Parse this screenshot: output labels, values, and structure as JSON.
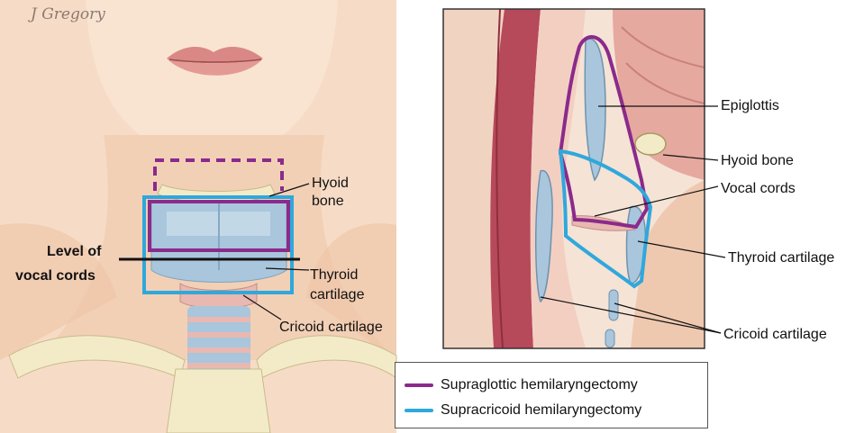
{
  "artist_signature": "J Gregory",
  "left_panel": {
    "labels": {
      "hyoid_line1": "Hyoid",
      "hyoid_line2": "bone",
      "level_line1": "Level of",
      "level_line2": "vocal cords",
      "thyroid_line1": "Thyroid",
      "thyroid_line2": "cartilage",
      "cricoid": "Cricoid cartilage"
    }
  },
  "right_panel": {
    "labels": {
      "epiglottis": "Epiglottis",
      "hyoid": "Hyoid bone",
      "vocal_cords": "Vocal cords",
      "thyroid": "Thyroid cartilage",
      "cricoid": "Cricoid cartilage"
    }
  },
  "legend": {
    "items": [
      {
        "label": "Supraglottic hemilaryngectomy",
        "color": "#8b2a8b"
      },
      {
        "label": "Supracricoid hemilaryngectomy",
        "color": "#2fa8dc"
      }
    ]
  },
  "colors": {
    "supraglottic": "#8b2a8b",
    "supracricoid": "#2fa8dc",
    "skin": "#f4d7bf",
    "cartilage": "#a9c6dd",
    "bone": "#f3ebc8"
  }
}
